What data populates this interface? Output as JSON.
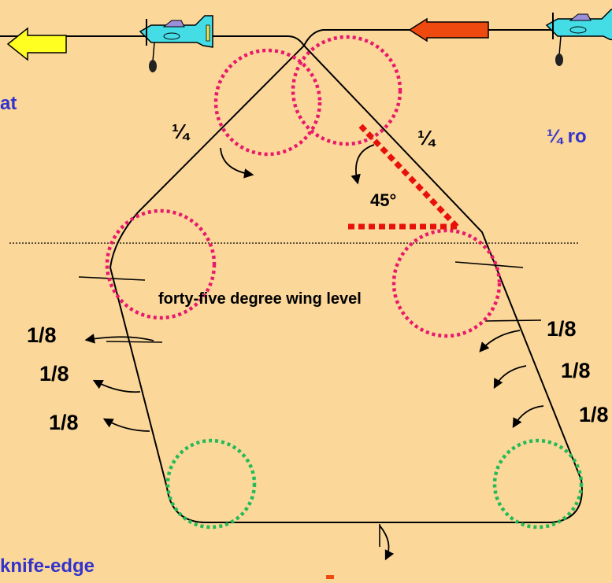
{
  "labels": {
    "left_title": "at",
    "right_title": "¼ ro",
    "bottom_title": "knife-edge",
    "quarter_left": "¼",
    "quarter_right": "¼",
    "angle": "45°",
    "center": "forty-five degree wing level",
    "left_eighths": [
      "1/8",
      "1/8",
      "1/8"
    ],
    "right_eighths": [
      "1/8",
      "1/8",
      "1/8"
    ]
  },
  "colors": {
    "background": "#fbd79a",
    "accent_title": "#3333cc",
    "circle_pink": "#e8196b",
    "circle_green": "#22bb55",
    "angle_red": "#e8100a",
    "arrow_yellow": "#ffff22",
    "arrow_red": "#ee4a10",
    "plane_body": "#44dde6"
  },
  "icons": [
    "airplane-icon",
    "yellow-left-arrow-icon",
    "red-left-arrow-icon"
  ]
}
